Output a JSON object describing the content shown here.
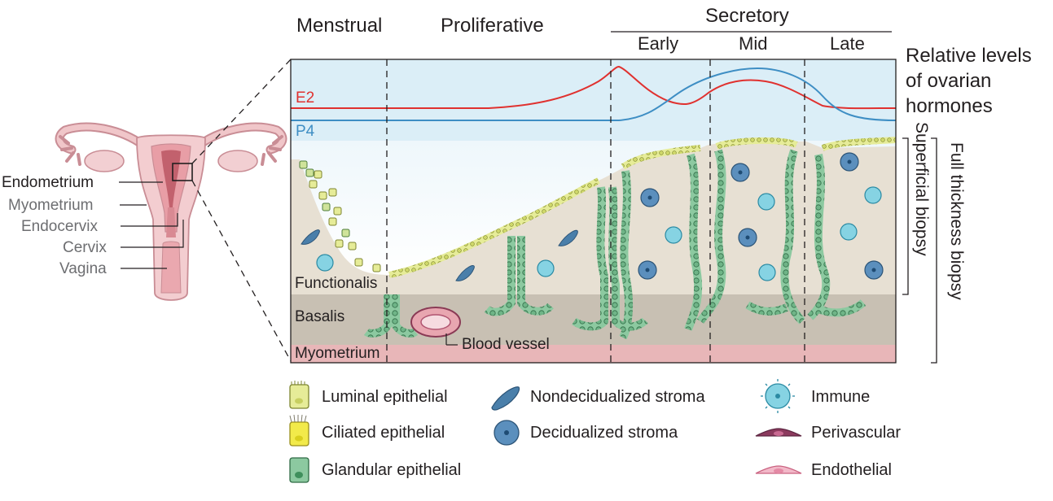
{
  "phases": {
    "menstrual": "Menstrual",
    "proliferative": "Proliferative",
    "secretory": "Secretory",
    "early": "Early",
    "mid": "Mid",
    "late": "Late"
  },
  "hormones": {
    "e2": "E2",
    "p4": "P4",
    "title_line1": "Relative levels",
    "title_line2": "of ovarian",
    "title_line3": "hormones",
    "e2_color": "#e0312f",
    "p4_color": "#3e8ec4"
  },
  "anatomy": {
    "endometrium": "Endometrium",
    "myometrium": "Myometrium",
    "endocervix": "Endocervix",
    "cervix": "Cervix",
    "vagina": "Vagina"
  },
  "layers": {
    "functionalis": "Functionalis",
    "basalis": "Basalis",
    "myometrium": "Myometrium",
    "blood_vessel": "Blood vessel"
  },
  "biopsy": {
    "superficial": "Superficial biopsy",
    "full": "Full thickness biopsy"
  },
  "legend": {
    "luminal": "Luminal epithelial",
    "ciliated": "Ciliated epithelial",
    "glandular": "Glandular epithelial",
    "nondecid": "Nondecidualized stroma",
    "decid": "Decidualized stroma",
    "immune": "Immune",
    "perivascular": "Perivascular",
    "endothelial": "Endothelial"
  },
  "colors": {
    "hormone_bg": "#dbeef7",
    "stroma": "#e7e0d3",
    "basalis": "#c8c0b3",
    "myometrium": "#e8b6b8",
    "glandular": "#8cc9a0",
    "luminal": "#e6ec98",
    "immune": "#86d3e3",
    "decidualized": "#5b8fbd",
    "nondecidualized": "#4a7faa"
  }
}
